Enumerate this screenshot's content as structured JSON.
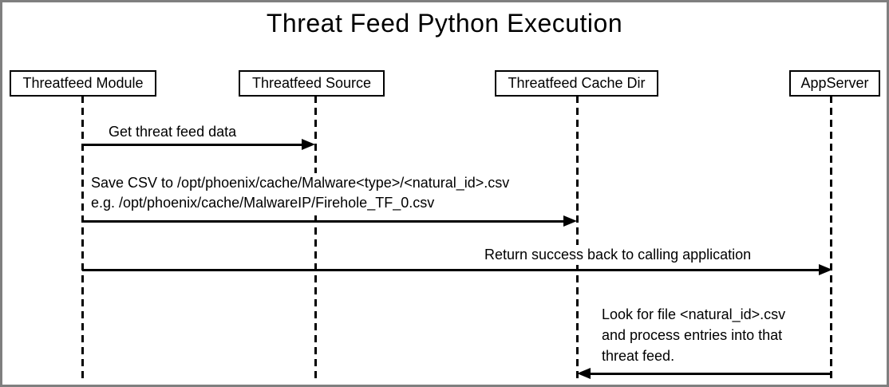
{
  "title": "Threat Feed Python Execution",
  "colors": {
    "line": "#000000",
    "frame_border": "#7f7f7f",
    "background": "#ffffff"
  },
  "actors": [
    {
      "label": "Threatfeed Module"
    },
    {
      "label": "Threatfeed Source"
    },
    {
      "label": "Threatfeed Cache Dir"
    },
    {
      "label": "AppServer"
    }
  ],
  "messages": [
    {
      "from": "Threatfeed Module",
      "to": "Threatfeed Source",
      "direction": "right",
      "lines": [
        "Get threat feed data"
      ]
    },
    {
      "from": "Threatfeed Module",
      "to": "Threatfeed Cache Dir",
      "direction": "right",
      "lines": [
        "Save CSV to /opt/phoenix/cache/Malware<type>/<natural_id>.csv",
        "e.g. /opt/phoenix/cache/MalwareIP/Firehole_TF_0.csv"
      ]
    },
    {
      "from": "Threatfeed Module",
      "to": "AppServer",
      "direction": "right",
      "lines": [
        "Return success back to calling application"
      ]
    },
    {
      "from": "AppServer",
      "to": "Threatfeed Cache Dir",
      "direction": "left",
      "lines": [
        "Look for file <natural_id>.csv",
        "and process entries into that",
        "threat feed."
      ]
    }
  ]
}
